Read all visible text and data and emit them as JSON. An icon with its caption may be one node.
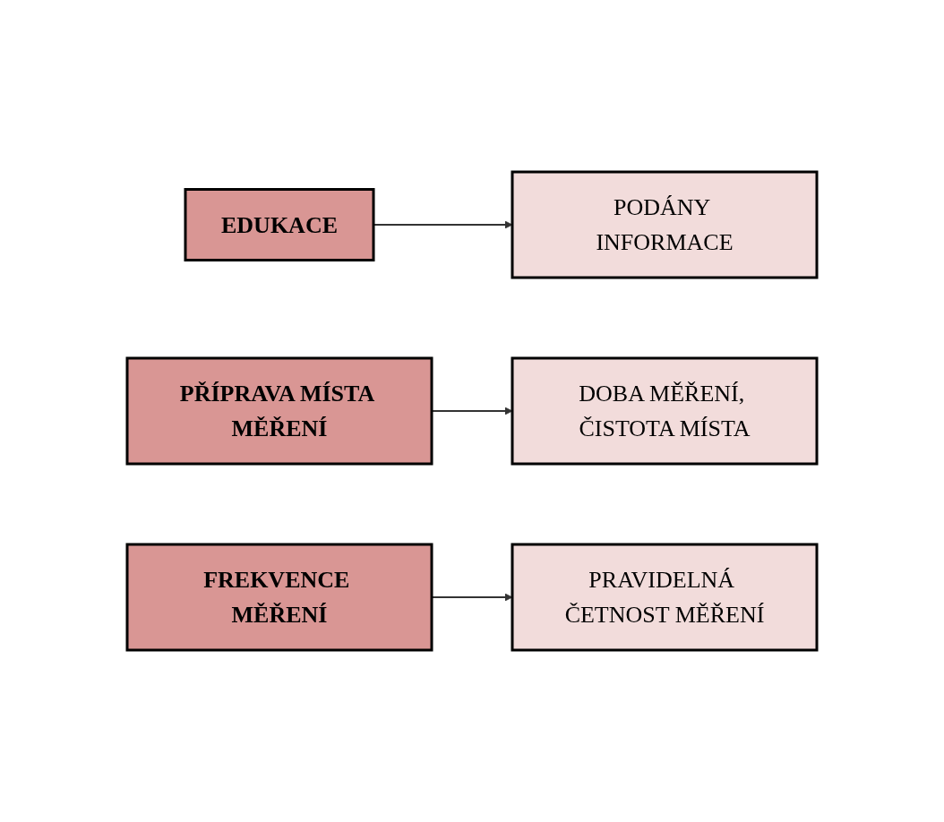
{
  "diagram": {
    "nodes": [
      {
        "text": [
          "EDUKACE"
        ]
      },
      {
        "text": [
          "PODÁNY INFORMACE"
        ]
      },
      {
        "text": [
          "PŘÍPRAVA MÍSTA MĚŘENÍ"
        ]
      },
      {
        "text": [
          "DOBA MĚŘENÍ, ČISTOTA MÍSTA"
        ]
      },
      {
        "text": [
          "FREKVENCE MĚŘENÍ"
        ]
      },
      {
        "text": [
          "PRAVIDELNÁ ČETNOST MĚŘENÍ"
        ]
      }
    ],
    "edges": [
      {
        "from": 0,
        "to": 1,
        "arrow": "to"
      },
      {
        "from": 2,
        "to": 3,
        "arrow": "to"
      },
      {
        "from": 4,
        "to": 5,
        "arrow": "to"
      }
    ]
  }
}
